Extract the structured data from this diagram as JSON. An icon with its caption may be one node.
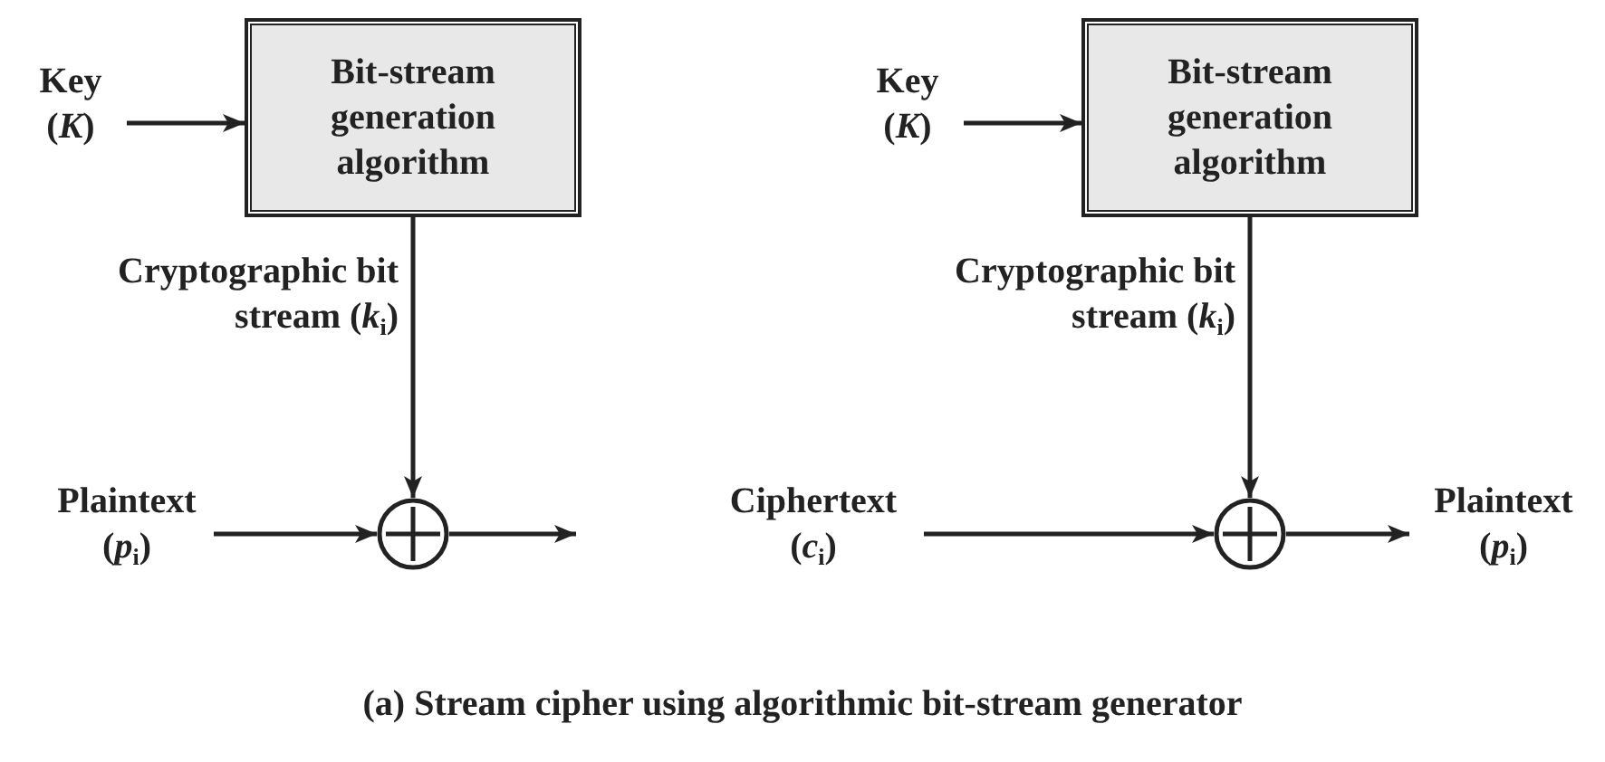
{
  "diagram": {
    "caption": "(a) Stream cipher using algorithmic bit-stream generator",
    "nodes": [
      {
        "text": [
          "Key (*K*)"
        ]
      },
      {
        "text": [
          "Bit-stream generation algorithm"
        ]
      },
      {
        "text": [
          "Plaintext (*p*$_{i}$)"
        ]
      },
      {
        "text": [],
        "shape": "circle"
      },
      {
        "text": [
          "Key (*K*)"
        ]
      },
      {
        "text": [
          "Bit-stream generation algorithm"
        ]
      },
      {
        "text": [
          "Ciphertext (*c*$_{i}$)"
        ]
      },
      {
        "text": [],
        "shape": "circle"
      },
      {
        "text": [
          "Plaintext (*p*$_{i}$)"
        ]
      }
    ],
    "edges": [
      {
        "from": 0,
        "to": 1,
        "arrow": "to"
      },
      {
        "from": 1,
        "to": 3,
        "arrow": "to",
        "label": "Cryptographic bit stream (*k*$_{i}$)"
      },
      {
        "from": 2,
        "to": 3,
        "arrow": "to"
      },
      {
        "from": 3,
        "to": null,
        "arrow": "to"
      },
      {
        "from": 4,
        "to": 5,
        "arrow": "to"
      },
      {
        "from": 5,
        "to": 7,
        "arrow": "to",
        "label": "Cryptographic bit stream (*k*$_{i}$)"
      },
      {
        "from": 6,
        "to": 7,
        "arrow": "to"
      },
      {
        "from": 7,
        "to": 8,
        "arrow": "to"
      }
    ]
  }
}
